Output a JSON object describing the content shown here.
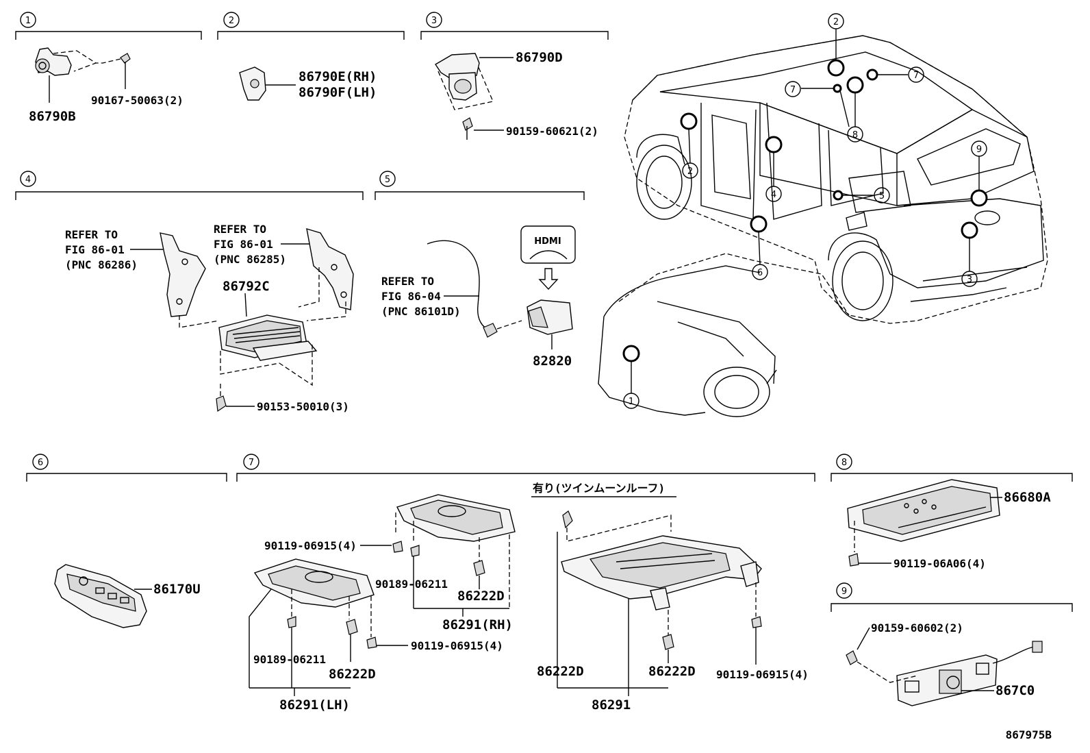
{
  "sections": [
    {
      "index": "1"
    },
    {
      "index": "2"
    },
    {
      "index": "3"
    },
    {
      "index": "4"
    },
    {
      "index": "5"
    },
    {
      "index": "6"
    },
    {
      "index": "7"
    },
    {
      "index": "8"
    },
    {
      "index": "9"
    }
  ],
  "parts": {
    "s1_camera": "86790B",
    "s1_screw": "90167-50063(2)",
    "s2_rh": "86790E(RH)",
    "s2_lh": "86790F(LH)",
    "s3_camera": "86790D",
    "s3_screw": "90159-60621(2)",
    "s4_refer1": [
      "REFER TO",
      "FIG 86-01",
      "(PNC 86286)"
    ],
    "s4_refer2": [
      "REFER TO",
      "FIG 86-01",
      "(PNC 86285)"
    ],
    "s4_unit": "86792C",
    "s4_screw": "90153-50010(3)",
    "s5_refer": [
      "REFER TO",
      "FIG 86-04",
      "(PNC 86101D)"
    ],
    "s5_hdmi": "HDMI",
    "s5_port": "82820",
    "s6_remote": "86170U",
    "s7_note": "有り(ツインムーンルーフ)",
    "s7_bolt_a": "90119-06915(4)",
    "s7_clip_a": "90189-06211",
    "s7_clip_a2": "86222D",
    "s7_rh": "86291(RH)",
    "s7_clip_b": "90189-06211",
    "s7_clip_b2": "86222D",
    "s7_bolt_b": "90119-06915(4)",
    "s7_lh": "86291(LH)",
    "s7_clip_c": "86222D",
    "s7_clip_d": "86222D",
    "s7_bolt_c": "90119-06915(4)",
    "s7_center": "86291",
    "s8_unit": "86680A",
    "s8_bolt": "90119-06A06(4)",
    "s9_screw": "90159-60602(2)",
    "s9_camera": "867C0"
  },
  "vehicle_callouts": [
    "1",
    "2",
    "2",
    "3",
    "4",
    "5",
    "6",
    "7",
    "7",
    "8",
    "9"
  ],
  "figure_id": "867975B"
}
